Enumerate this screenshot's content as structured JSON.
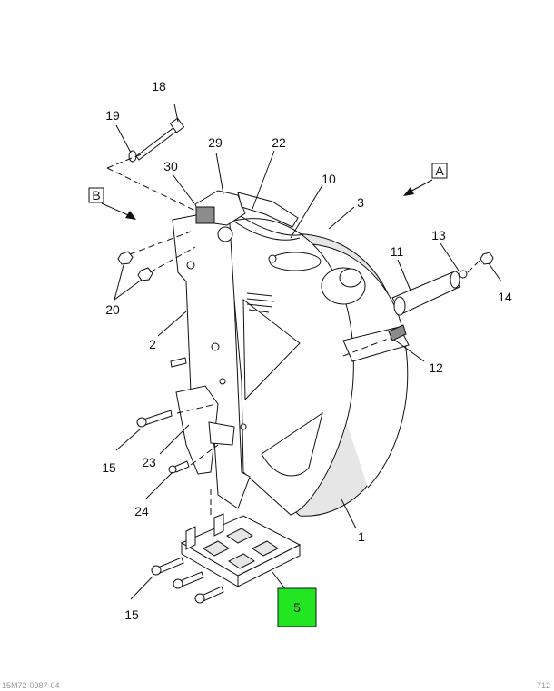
{
  "callouts": {
    "c1": "1",
    "c2": "2",
    "c3": "3",
    "c5": "5",
    "c10": "10",
    "c11": "11",
    "c12": "12",
    "c13": "13",
    "c14": "14",
    "c15a": "15",
    "c15b": "15",
    "c18": "18",
    "c19": "19",
    "c20": "20",
    "c22": "22",
    "c23": "23",
    "c24": "24",
    "c29": "29",
    "c30": "30"
  },
  "view_labels": {
    "a": "A",
    "b": "B"
  },
  "highlight": {
    "color": "#22e622",
    "item": "5"
  },
  "footer": {
    "left": "15M72-0987-04",
    "right": "712"
  }
}
